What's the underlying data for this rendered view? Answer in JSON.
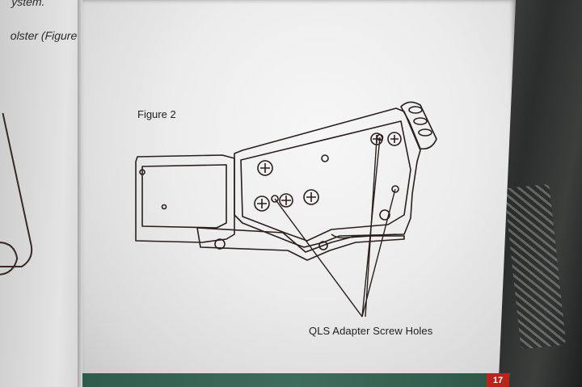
{
  "left_page": {
    "line1": "ystem.",
    "line2": "olster (Figure"
  },
  "figure": {
    "title": "Figure 2",
    "caption": "QLS Adapter Screw Holes"
  },
  "page_number": "17",
  "colors": {
    "paper": "#ececec",
    "ink": "#2a1f1c",
    "footer_stripe": "#3f6d5d",
    "page_number_bg": "#b8231b"
  }
}
